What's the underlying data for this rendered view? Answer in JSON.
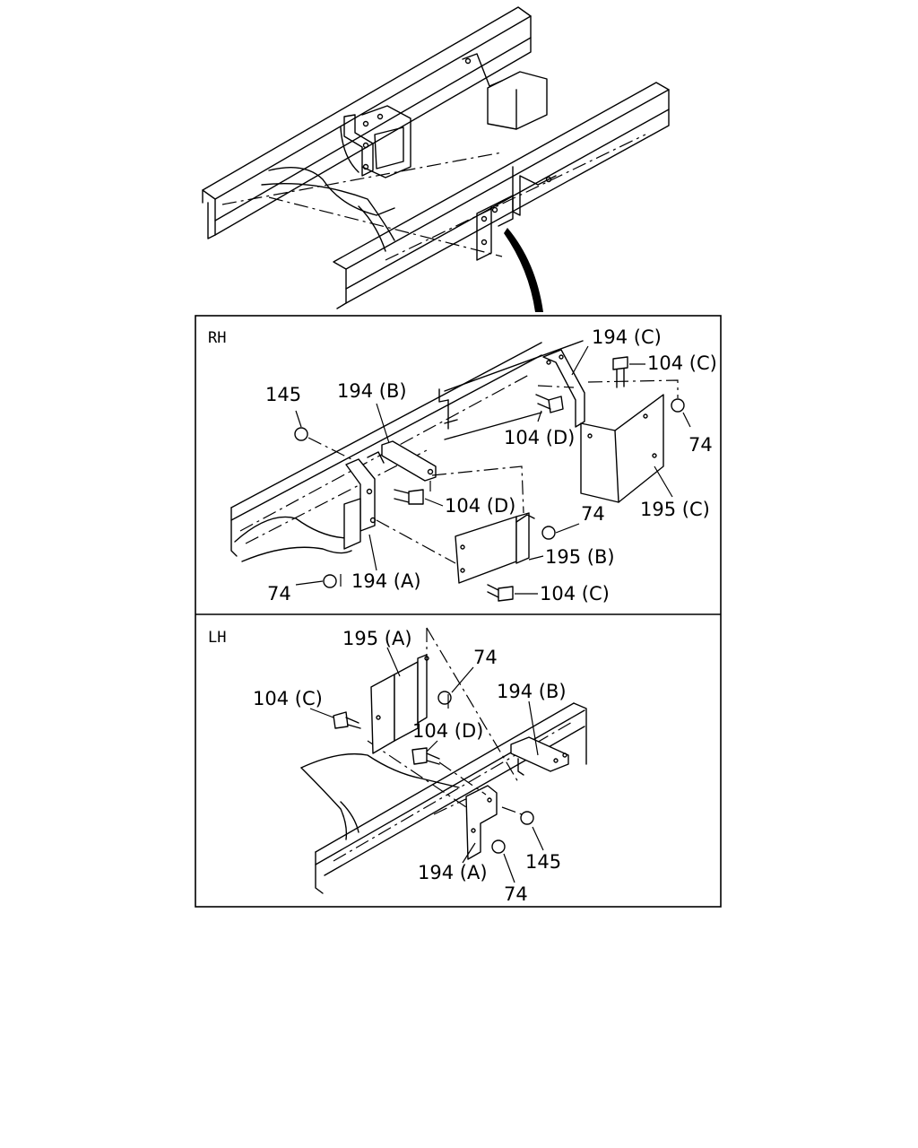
{
  "sections": {
    "rh": "RH",
    "lh": "LH"
  },
  "rh_labels": {
    "p194c": "194 (C)",
    "p104c_top": "104 (C)",
    "p145": "145",
    "p194b": "194 (B)",
    "p104d_top": "104 (D)",
    "p74_right": "74",
    "p104d_mid": "104 (D)",
    "p195c": "195 (C)",
    "p74_mid": "74",
    "p195b": "195 (B)",
    "p74_left": "74",
    "p194a": "194 (A)",
    "p104c_bottom": "104 (C)"
  },
  "lh_labels": {
    "p195a": "195 (A)",
    "p74_top": "74",
    "p194b": "194 (B)",
    "p104c": "104 (C)",
    "p104d": "104 (D)",
    "p194a": "194 (A)",
    "p145": "145",
    "p74_bottom": "74"
  }
}
